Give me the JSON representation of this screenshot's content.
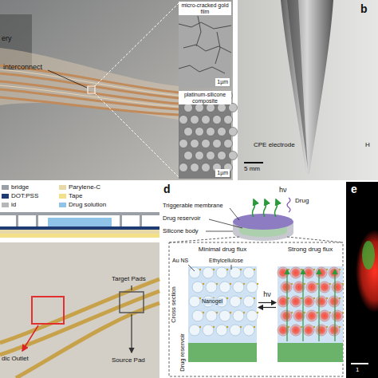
{
  "diagram": {
    "nodes": [
      {
        "text": [
          "micro-cracked gold film",
          "1µm"
        ]
      },
      {
        "text": [
          "platinum-silicone composite",
          "1µm"
        ]
      },
      {
        "text": [
          "Minimal drug flux"
        ]
      },
      {
        "text": [
          "Strong drug flux"
        ]
      }
    ],
    "edges": [
      {
        "from": 2,
        "to": 3,
        "arrow": "both",
        "label": "hν"
      }
    ],
    "labels": [
      "ery",
      "interconnect",
      "b",
      "CPE electrode",
      "H",
      "5 mm",
      "Target Pads",
      "dic Outlet",
      "Source Pad",
      "d",
      "hν",
      "Drug",
      "Triggerable membrane",
      "Drug reservoir",
      "Silicone body",
      "Au NS",
      "Ethylcellulose",
      "Nanogel",
      "Cross section",
      "Drug reservoir",
      "e",
      "1"
    ],
    "legend": [
      {
        "text": "bridge",
        "color": "#9aa0a6"
      },
      {
        "text": "Parylene-C",
        "color": "#e8d9a8"
      },
      {
        "text": "DOT:PSS",
        "color": "#1f3b73"
      },
      {
        "text": "Tape",
        "color": "#f5e08a"
      },
      {
        "text": "id",
        "color": "#b7b7b7"
      },
      {
        "text": "Drug solution",
        "color": "#8fc3e8"
      }
    ]
  }
}
